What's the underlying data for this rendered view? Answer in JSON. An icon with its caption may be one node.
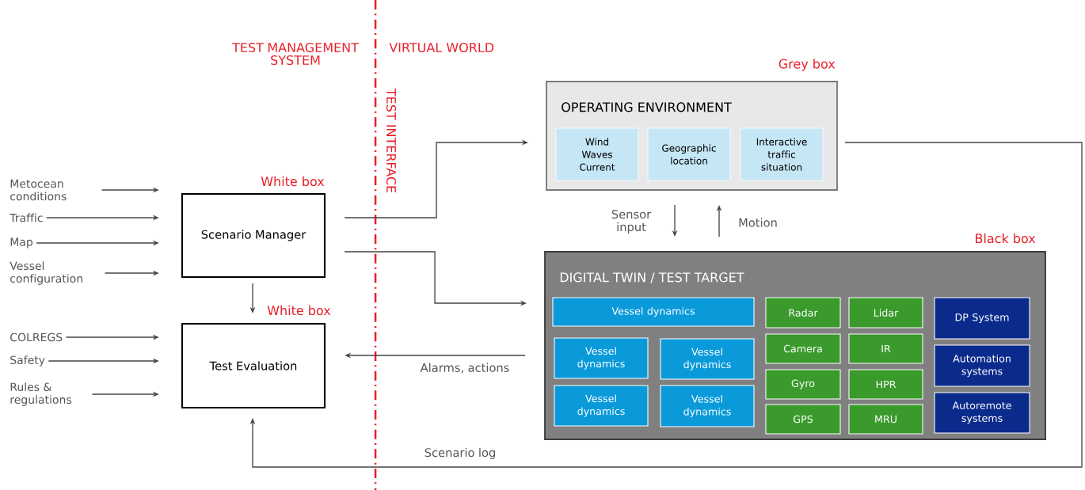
{
  "diagram": {
    "nodes": [
      {
        "text": [
          "Metocean conditions"
        ]
      },
      {
        "text": [
          "Traffic"
        ]
      },
      {
        "text": [
          "Map"
        ]
      },
      {
        "text": [
          "Vessel configuration"
        ]
      },
      {
        "text": [
          "Scenario Manager"
        ],
        "beside": [
          "White box"
        ]
      },
      {
        "text": [
          "COLREGS"
        ]
      },
      {
        "text": [
          "Safety"
        ]
      },
      {
        "text": [
          "Rules & regulations"
        ]
      },
      {
        "text": [
          "Test Evaluation"
        ],
        "beside": [
          "White box"
        ]
      },
      {
        "text": [
          "OPERATING ENVIRONMENT"
        ],
        "beside": [
          "Grey box"
        ]
      },
      {
        "text": [
          "Wind Waves Current"
        ],
        "in": 9
      },
      {
        "text": [
          "Geographic location"
        ],
        "in": 9
      },
      {
        "text": [
          "Interactive traffic situation"
        ],
        "in": 9
      },
      {
        "text": [
          "DIGITAL TWIN / TEST TARGET"
        ],
        "beside": [
          "Black box"
        ]
      },
      {
        "text": [
          "Vessel dynamics"
        ],
        "in": 13
      },
      {
        "text": [
          "Vessel dynamics"
        ],
        "in": 13
      },
      {
        "text": [
          "Vessel dynamics"
        ],
        "in": 13
      },
      {
        "text": [
          "Vessel dynamics"
        ],
        "in": 13
      },
      {
        "text": [
          "Vessel dynamics"
        ],
        "in": 13
      },
      {
        "text": [
          "Radar"
        ],
        "in": 13
      },
      {
        "text": [
          "Lidar"
        ],
        "in": 13
      },
      {
        "text": [
          "Camera"
        ],
        "in": 13
      },
      {
        "text": [
          "IR"
        ],
        "in": 13
      },
      {
        "text": [
          "Gyro"
        ],
        "in": 13
      },
      {
        "text": [
          "HPR"
        ],
        "in": 13
      },
      {
        "text": [
          "GPS"
        ],
        "in": 13
      },
      {
        "text": [
          "MRU"
        ],
        "in": 13
      },
      {
        "text": [
          "DP System"
        ],
        "in": 13
      },
      {
        "text": [
          "Automation systems"
        ],
        "in": 13
      },
      {
        "text": [
          "Autoremote systems"
        ],
        "in": 13
      }
    ],
    "edges": [
      {
        "from": 0,
        "to": 4,
        "arrow": "to"
      },
      {
        "from": 1,
        "to": 4,
        "arrow": "to"
      },
      {
        "from": 2,
        "to": 4,
        "arrow": "to"
      },
      {
        "from": 3,
        "to": 4,
        "arrow": "to"
      },
      {
        "from": 5,
        "to": 8,
        "arrow": "to"
      },
      {
        "from": 6,
        "to": 8,
        "arrow": "to"
      },
      {
        "from": 7,
        "to": 8,
        "arrow": "to"
      },
      {
        "from": 4,
        "to": 8,
        "arrow": "to"
      },
      {
        "from": 4,
        "to": 9,
        "arrow": "to"
      },
      {
        "from": 4,
        "to": 13,
        "arrow": "to"
      },
      {
        "from": 13,
        "to": 8,
        "arrow": "to",
        "label": "Alarms, actions"
      },
      {
        "from": 9,
        "to": 13,
        "arrow": "to",
        "label": "Sensor input"
      },
      {
        "from": 13,
        "to": 9,
        "arrow": "to",
        "label": "Motion"
      },
      {
        "from": 9,
        "to": 8,
        "arrow": "to",
        "label": "Scenario log"
      }
    ],
    "labels": [
      "TEST MANAGEMENT SYSTEM",
      "VIRTUAL WORLD",
      "TEST INTERFACE"
    ]
  }
}
